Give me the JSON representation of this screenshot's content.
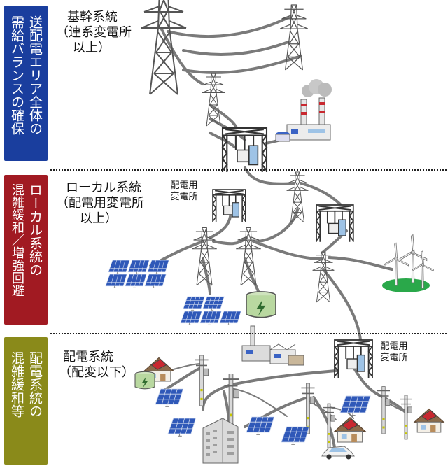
{
  "tiers": [
    {
      "band_lines": [
        "送配電エリア全体の",
        "需給バランスの確保"
      ],
      "label_lines": [
        "基幹系統",
        "（連系変電所",
        "以上）"
      ],
      "color": "#1a3e9e"
    },
    {
      "band_lines": [
        "ローカル系統の",
        "混雑緩和／増強回避"
      ],
      "label_lines": [
        "ローカル系統",
        "（配電用変電所",
        "以上）"
      ],
      "color": "#a11a22"
    },
    {
      "band_lines": [
        "配電系統の",
        "混雑緩和等"
      ],
      "label_lines": [
        "配電系統",
        "（配変以下）"
      ],
      "color": "#8a8a1a"
    }
  ],
  "substation_labels": [
    {
      "lines": [
        "配電用",
        "変電所"
      ]
    },
    {
      "lines": [
        "配電用",
        "変電所"
      ]
    }
  ],
  "icons": {
    "tower": "transmission-tower-icon",
    "substation": "substation-icon",
    "power_plant": "power-plant-icon",
    "solar": "solar-panel-icon",
    "battery": "battery-icon",
    "wind": "wind-turbine-icon",
    "house": "house-icon",
    "factory": "factory-icon",
    "building": "office-building-icon",
    "pole": "utility-pole-icon",
    "car": "electric-car-icon"
  },
  "colors": {
    "line": "#7a7a7a",
    "steel": "#5a5a5a",
    "solar": "#3b63c4",
    "roof": "#c8282f",
    "grass": "#2aa84a",
    "battery": "#b9d8a0"
  }
}
